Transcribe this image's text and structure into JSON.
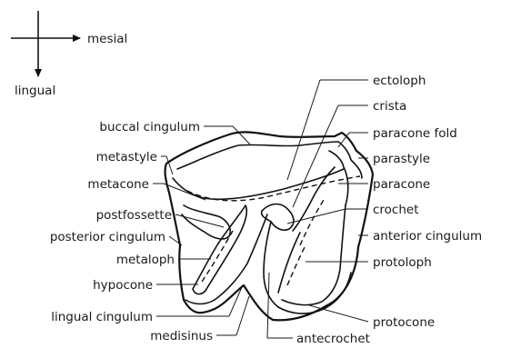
{
  "compass": {
    "horizontal": "mesial",
    "vertical": "lingual"
  },
  "labels": {
    "ectoloph": "ectoloph",
    "crista": "crista",
    "paracone_fold": "paracone fold",
    "parastyle": "parastyle",
    "paracone": "paracone",
    "crochet": "crochet",
    "anterior_cingulum": "anterior cingulum",
    "protoloph": "protoloph",
    "protocone": "protocone",
    "antecrochet": "antecrochet",
    "buccal_cingulum": "buccal cingulum",
    "metastyle": "metastyle",
    "metacone": "metacone",
    "postfossette": "postfossette",
    "posterior_cingulum": "posterior cingulum",
    "metaloph": "metaloph",
    "hypocone": "hypocone",
    "lingual_cingulum": "lingual cingulum",
    "medisinus": "medisinus"
  }
}
